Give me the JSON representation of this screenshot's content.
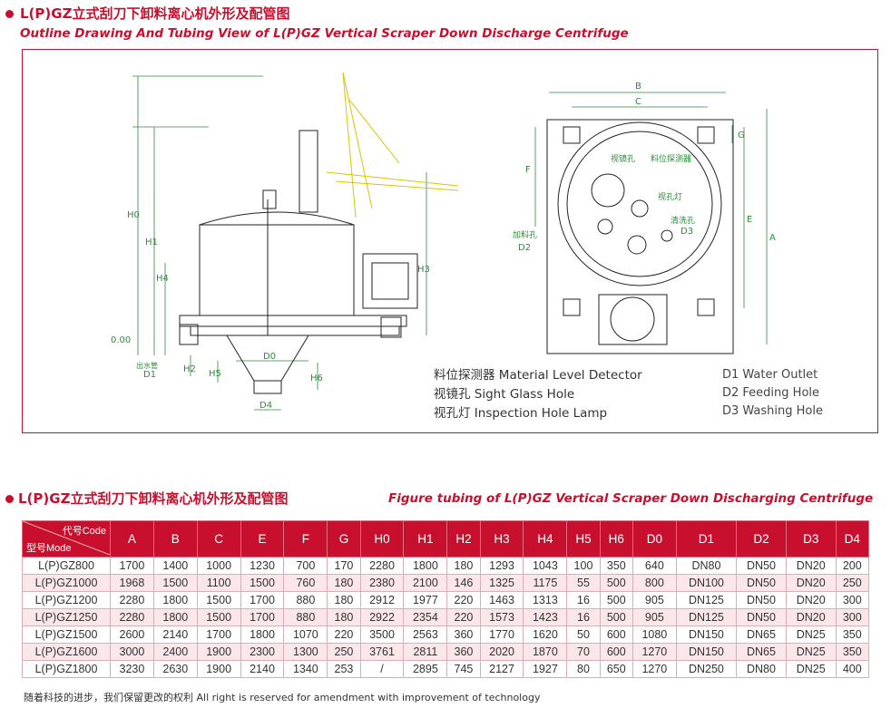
{
  "section1": {
    "title_cn": "L(P)GZ立式刮刀下卸料离心机外形及配管图",
    "title_en": "Outline Drawing And Tubing View of L(P)GZ Vertical Scraper Down Discharge Centrifuge"
  },
  "drawing_labels": {
    "side": [
      "H0",
      "H1",
      "H4",
      "H3",
      "H2",
      "H5",
      "H6",
      "D0",
      "D4",
      "0.00",
      "出水管",
      "D1"
    ],
    "top": [
      "B",
      "C",
      "G",
      "F",
      "E",
      "A",
      "视镜孔",
      "料位探测器",
      "视孔灯",
      "加料孔",
      "D2",
      "清洗孔",
      "D3"
    ]
  },
  "legend_left": [
    "料位探测器  Material Level Detector",
    "视镜孔  Sight Glass Hole",
    "视孔灯  Inspection Hole Lamp"
  ],
  "legend_right": [
    "D1 Water Outlet",
    "D2 Feeding Hole",
    "D3 Washing Hole"
  ],
  "section2": {
    "title_cn": "L(P)GZ立式刮刀下卸料离心机外形及配管图",
    "title_en": "Figure tubing of L(P)GZ Vertical Scraper Down Discharging Centrifuge"
  },
  "table": {
    "corner_top": "代号Code",
    "corner_bottom": "型号Mode",
    "headers": [
      "A",
      "B",
      "C",
      "E",
      "F",
      "G",
      "H0",
      "H1",
      "H2",
      "H3",
      "H4",
      "H5",
      "H6",
      "D0",
      "D1",
      "D2",
      "D3",
      "D4"
    ],
    "rows": [
      [
        "L(P)GZ800",
        "1700",
        "1400",
        "1000",
        "1230",
        "700",
        "170",
        "2280",
        "1800",
        "180",
        "1293",
        "1043",
        "100",
        "350",
        "640",
        "DN80",
        "DN50",
        "DN20",
        "200"
      ],
      [
        "L(P)GZ1000",
        "1968",
        "1500",
        "1100",
        "1500",
        "760",
        "180",
        "2380",
        "2100",
        "146",
        "1325",
        "1175",
        "55",
        "500",
        "800",
        "DN100",
        "DN50",
        "DN20",
        "250"
      ],
      [
        "L(P)GZ1200",
        "2280",
        "1800",
        "1500",
        "1700",
        "880",
        "180",
        "2912",
        "1977",
        "220",
        "1463",
        "1313",
        "16",
        "500",
        "905",
        "DN125",
        "DN50",
        "DN20",
        "300"
      ],
      [
        "L(P)GZ1250",
        "2280",
        "1800",
        "1500",
        "1700",
        "880",
        "180",
        "2922",
        "2354",
        "220",
        "1573",
        "1423",
        "16",
        "500",
        "905",
        "DN125",
        "DN50",
        "DN20",
        "300"
      ],
      [
        "L(P)GZ1500",
        "2600",
        "2140",
        "1700",
        "1800",
        "1070",
        "220",
        "3500",
        "2563",
        "360",
        "1770",
        "1620",
        "50",
        "600",
        "1080",
        "DN150",
        "DN65",
        "DN25",
        "350"
      ],
      [
        "L(P)GZ1600",
        "3000",
        "2400",
        "1900",
        "2300",
        "1300",
        "250",
        "3761",
        "2811",
        "360",
        "2020",
        "1870",
        "70",
        "600",
        "1270",
        "DN150",
        "DN65",
        "DN25",
        "350"
      ],
      [
        "L(P)GZ1800",
        "3230",
        "2630",
        "1900",
        "2140",
        "1340",
        "253",
        "/",
        "2895",
        "745",
        "2127",
        "1927",
        "80",
        "650",
        "1270",
        "DN250",
        "DN80",
        "DN25",
        "400"
      ]
    ]
  },
  "footer": "随着科技的进步，我们保留更改的权利   All right is reserved for amendment with improvement of technology",
  "colors": {
    "accent": "#c8102e",
    "line": "#222222",
    "green_dim": "#2e8b3a",
    "yellow": "#d9c400"
  }
}
